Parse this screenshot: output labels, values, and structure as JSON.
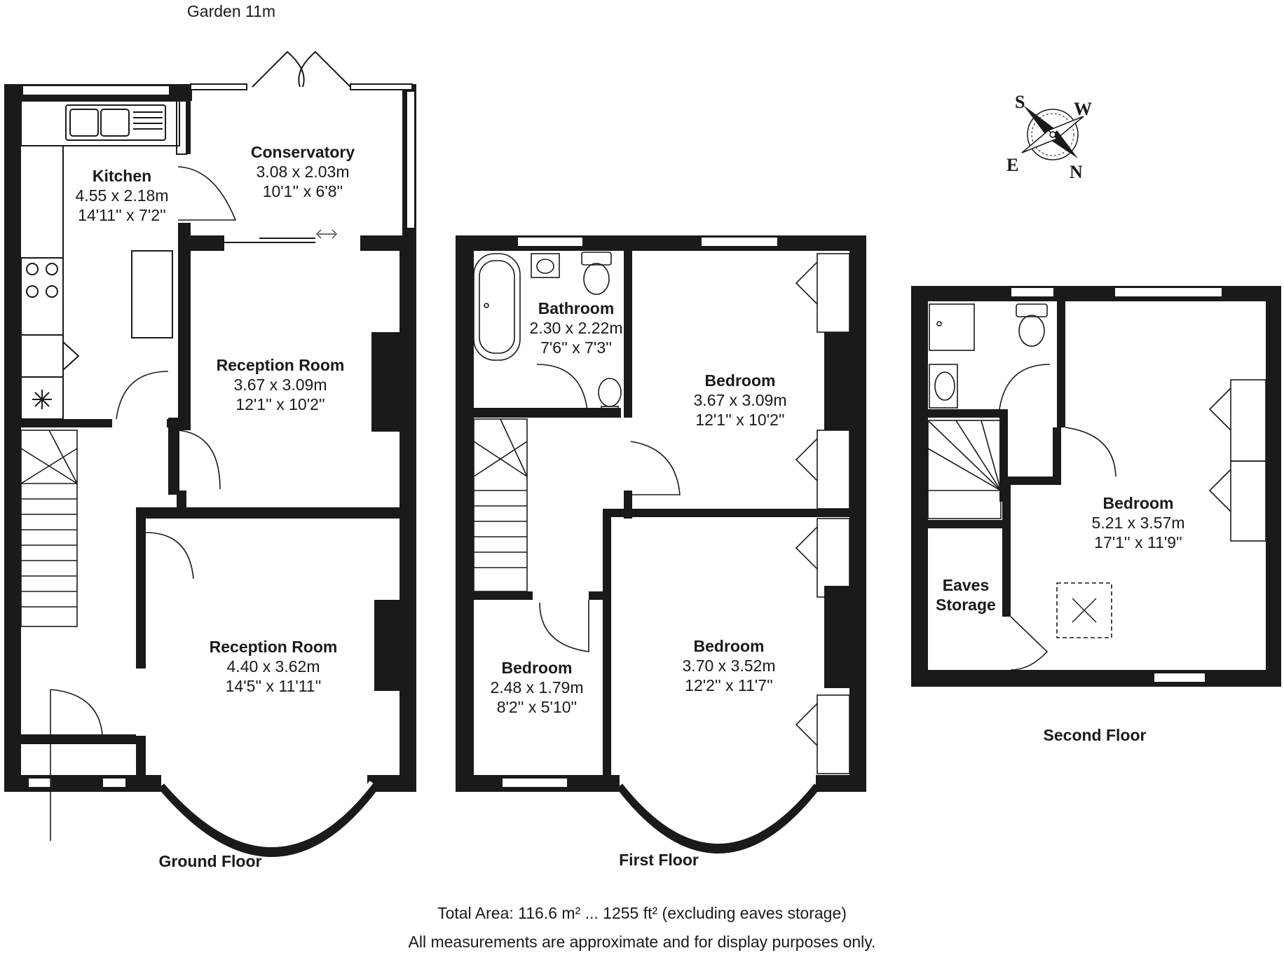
{
  "garden_label": "Garden 11m",
  "compass": {
    "s": "S",
    "w": "W",
    "e": "E",
    "n": "N"
  },
  "ground_floor": {
    "label": "Ground Floor",
    "kitchen": {
      "name": "Kitchen",
      "metric": "4.55 x 2.18m",
      "imperial": "14'11'' x 7'2''"
    },
    "conservatory": {
      "name": "Conservatory",
      "metric": "3.08 x 2.03m",
      "imperial": "10'1'' x 6'8''"
    },
    "reception_rear": {
      "name": "Reception Room",
      "metric": "3.67 x 3.09m",
      "imperial": "12'1'' x 10'2''"
    },
    "reception_front": {
      "name": "Reception Room",
      "metric": "4.40 x 3.62m",
      "imperial": "14'5'' x 11'11''"
    }
  },
  "first_floor": {
    "label": "First Floor",
    "bathroom": {
      "name": "Bathroom",
      "metric": "2.30 x 2.22m",
      "imperial": "7'6'' x 7'3''"
    },
    "bedroom_rear": {
      "name": "Bedroom",
      "metric": "3.67 x 3.09m",
      "imperial": "12'1'' x 10'2''"
    },
    "bedroom_small": {
      "name": "Bedroom",
      "metric": "2.48 x 1.79m",
      "imperial": "8'2'' x 5'10''"
    },
    "bedroom_front": {
      "name": "Bedroom",
      "metric": "3.70 x 3.52m",
      "imperial": "12'2'' x 11'7''"
    }
  },
  "second_floor": {
    "label": "Second Floor",
    "eaves": {
      "line1": "Eaves",
      "line2": "Storage"
    },
    "bedroom": {
      "name": "Bedroom",
      "metric": "5.21 x 3.57m",
      "imperial": "17'1'' x 11'9''"
    }
  },
  "footer": {
    "total_area": "Total Area: 116.6 m² ... 1255 ft² (excluding eaves storage)",
    "disclaimer": "All measurements are approximate and for display purposes only."
  }
}
